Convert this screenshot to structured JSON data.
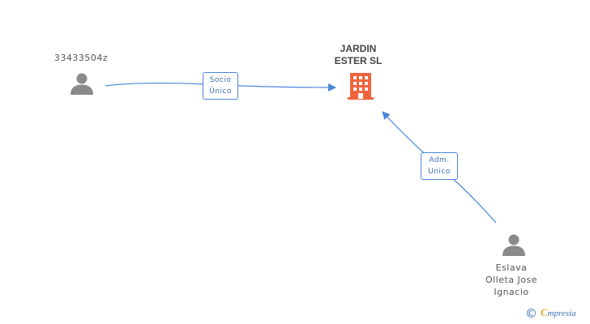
{
  "nodes": {
    "person_top_left": {
      "label": "33433504z"
    },
    "company": {
      "line1": "JARDIN",
      "line2": "ESTER SL"
    },
    "person_bottom_right": {
      "line1": "Eslava",
      "line2": "Olleta Jose",
      "line3": "Ignacio"
    }
  },
  "edges": {
    "socio": {
      "line1": "Socio",
      "line2": "Único"
    },
    "adm": {
      "line1": "Adm.",
      "line2": "Unico"
    }
  },
  "colors": {
    "person_icon": "#8a8a8a",
    "company_icon": "#f0643c",
    "edge": "#4a86d8"
  },
  "footer": {
    "copyright_symbol": "©",
    "brand_initial": "C",
    "brand_rest": "mpresia"
  }
}
